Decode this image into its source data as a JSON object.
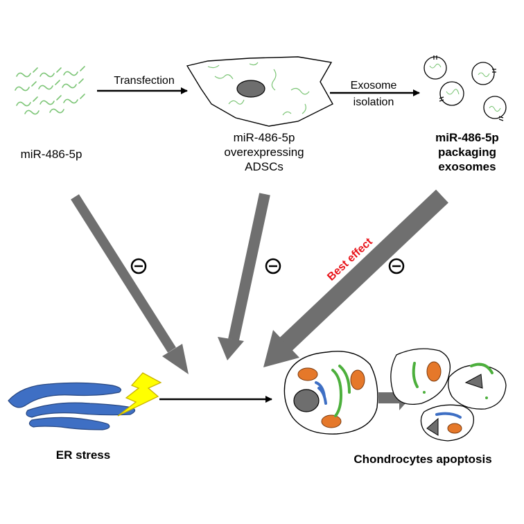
{
  "labels": {
    "mirna": "miR-486-5p",
    "adsc_line1": "miR-486-5p",
    "adsc_line2": "overexpressing",
    "adsc_line3": "ADSCs",
    "exo_line1": "miR-486-5p",
    "exo_line2": "packaging",
    "exo_line3": "exosomes",
    "transfection": "Transfection",
    "isolation_line1": "Exosome",
    "isolation_line2": "isolation",
    "best_effect": "Best effect",
    "er_stress": "ER stress",
    "apoptosis": "Chondrocytes apoptosis"
  },
  "colors": {
    "mirna_strand": "#7cc576",
    "gray_arrow": "#6f6f6f",
    "best_effect_text": "#e8141a",
    "er_blue": "#3e6fc4",
    "lightning_yellow": "#ffff00",
    "mitochondria_orange": "#e5782a",
    "golgi_green": "#4caf3c",
    "nucleus_gray": "#6e6e6e"
  },
  "icons": [
    "mirna-strands",
    "adsc-cell",
    "exosome-vesicles",
    "er-organelle",
    "lightning-bolt",
    "chondrocyte-cell",
    "apoptotic-bodies",
    "inhibition-symbol"
  ]
}
